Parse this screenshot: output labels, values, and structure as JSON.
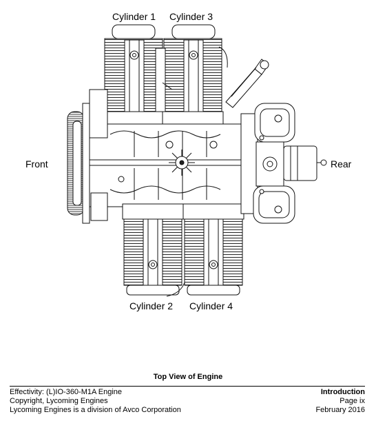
{
  "labels": {
    "cylinder_1": "Cylinder 1",
    "cylinder_3": "Cylinder 3",
    "cylinder_2": "Cylinder 2",
    "cylinder_4": "Cylinder 4",
    "front": "Front",
    "rear": "Rear"
  },
  "caption": "Top View of Engine",
  "footer": {
    "effectivity": "Effectivity: (L)IO-360-M1A Engine",
    "copyright": "Copyright, Lycoming Engines",
    "division": "Lycoming Engines is a division of Avco Corporation",
    "section": "Introduction",
    "page": "Page ix",
    "date": "February 2016"
  }
}
